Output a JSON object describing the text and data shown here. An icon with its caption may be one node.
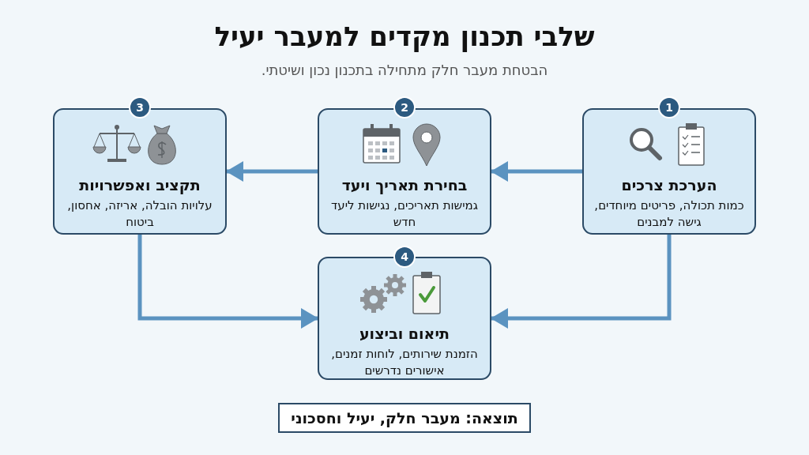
{
  "diagram": {
    "title": "שלבי תכנון מקדים למעבר יעיל",
    "nodes": [
      {
        "text": [
          "1"
        ]
      },
      {
        "text": [
          "הערכת צרכים",
          "כמות תכולה, פריטים מיוחדים, גישה למבנים"
        ]
      },
      {
        "text": [
          "2"
        ]
      },
      {
        "text": [
          "בחירת תאריך ויעד",
          "גמישות תאריכים, נגישות ליעד חדש"
        ]
      },
      {
        "text": [
          "3"
        ]
      },
      {
        "text": [
          "תקציב ואפשרויות",
          "עלויות הובלה, אריזה, אחסון, ביטוח"
        ]
      },
      {
        "text": [
          "4"
        ]
      },
      {
        "text": [
          "תיאום וביצוע",
          "הזמנת שירותים, לוחות זמנים, אישורים נדרשים"
        ]
      },
      {
        "text": [
          "תוצאה: מעבר חלק, יעיל וחסכוני"
        ]
      }
    ],
    "edges": [
      {
        "from": 1,
        "to": 3,
        "arrow": "to"
      },
      {
        "from": 3,
        "to": 5,
        "arrow": "to"
      },
      {
        "from": 1,
        "to": 7,
        "arrow": "to"
      },
      {
        "from": 5,
        "to": 7,
        "arrow": "to"
      }
    ],
    "labels": [
      "הבטחת מעבר חלק מתחילה בתכנון נכון ושיטתי."
    ]
  }
}
